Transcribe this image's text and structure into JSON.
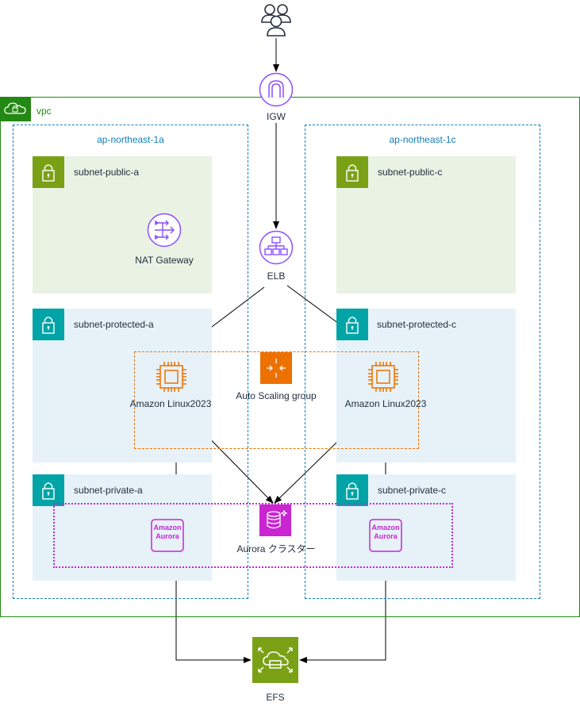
{
  "diagram": {
    "vpc": {
      "label": "vpc"
    },
    "azs": [
      {
        "label": "ap-northeast-1a"
      },
      {
        "label": "ap-northeast-1c"
      }
    ],
    "subnets": {
      "public_a": "subnet-public-a",
      "public_c": "subnet-public-c",
      "protected_a": "subnet-protected-a",
      "protected_c": "subnet-protected-c",
      "private_a": "subnet-private-a",
      "private_c": "subnet-private-c"
    },
    "nodes": {
      "igw": "IGW",
      "elb": "ELB",
      "nat": "NAT Gateway",
      "asg": "Auto Scaling group",
      "ec2_a": "Amazon Linux2023",
      "ec2_c": "Amazon Linux2023",
      "aurora_cluster": "Aurora クラスター",
      "efs": "EFS"
    },
    "aurora_instance_label": [
      "Amazon",
      "Aurora"
    ]
  },
  "colors": {
    "vpc": "#248814",
    "az": "#147eba",
    "public_subnet": "#7aa116",
    "private_subnet": "#00a4a6",
    "network": "#8c4fff",
    "compute": "#ed7100",
    "database": "#c925d1",
    "storage": "#7aa116"
  },
  "icons": {
    "users": "users-icon",
    "igw": "internet-gateway-icon",
    "elb": "load-balancer-icon",
    "nat": "nat-gateway-icon",
    "asg": "auto-scaling-icon",
    "ec2": "ec2-instance-icon",
    "aurora": "aurora-icon",
    "efs": "efs-icon",
    "lock": "lock-icon",
    "cloud": "cloud-icon"
  }
}
